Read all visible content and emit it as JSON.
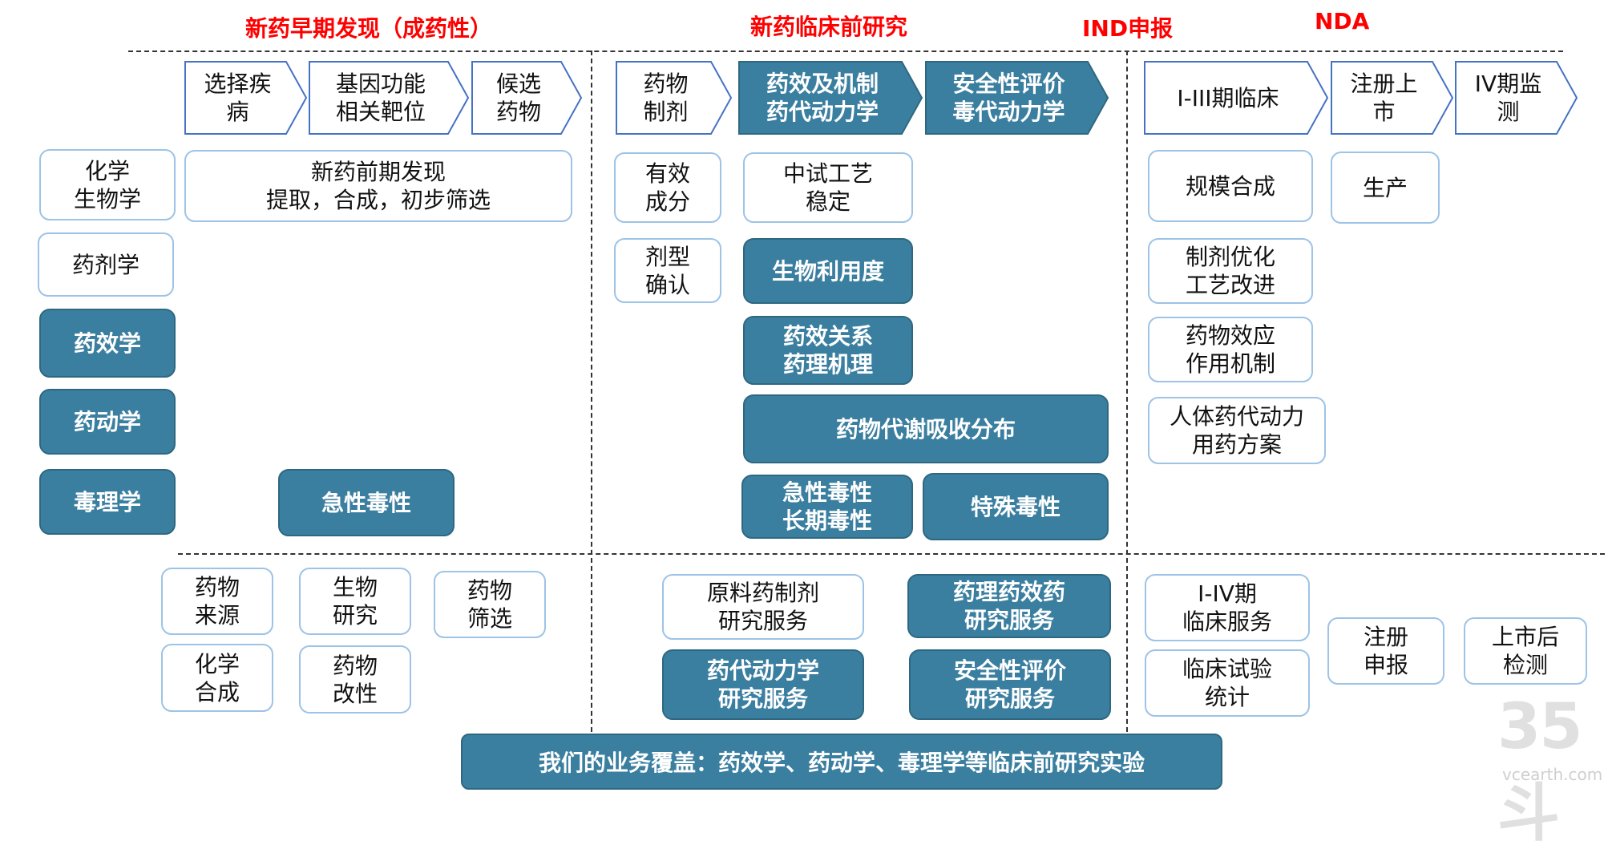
{
  "headers": {
    "discovery": "新药早期发现（成药性）",
    "preclinical": "新药临床前研究",
    "ind": "IND申报",
    "nda": "NDA"
  },
  "stages": {
    "select_disease": "选择疾\n病",
    "gene_target": "基因功能\n相关靶位",
    "candidate": "候选\n药物",
    "formulation": "药物\n制剂",
    "efficacy_pk": "药效及机制\n药代动力学",
    "safety_tox": "安全性评价\n毒代动力学",
    "clinical_1_3": "I-III期临床",
    "registration": "注册上\n市",
    "phase4": "IV期监\n测"
  },
  "disciplines": {
    "chem_bio": "化学\n生物学",
    "pharmaceutics": "药剂学",
    "pharmacodynamics": "药效学",
    "pharmacokinetics": "药动学",
    "toxicology": "毒理学"
  },
  "discovery": {
    "early": "新药前期发现\n提取，合成，初步筛选",
    "acute_tox": "急性毒性"
  },
  "preclinical": {
    "active": "有效\n成分",
    "dosage_form": "剂型\n确认",
    "pilot": "中试工艺\n稳定",
    "bioavail": "生物利用度",
    "efficacy_rel": "药效关系\n药理机理",
    "adme": "药物代谢吸收分布",
    "acute_long": "急性毒性\n长期毒性",
    "special_tox": "特殊毒性"
  },
  "clinical": {
    "scale": "规模合成",
    "production": "生产",
    "optimize": "制剂优化\n工艺改进",
    "effect": "药物效应\n作用机制",
    "human_pk": "人体药代动力\n用药方案"
  },
  "services": {
    "source": "药物\n来源",
    "bio_research": "生物\n研究",
    "screening": "药物\n筛选",
    "chem_synth": "化学\n合成",
    "modification": "药物\n改性",
    "raw_form": "原料药制剂\n研究服务",
    "pharm_eff": "药理药效药\n研究服务",
    "pk_service": "药代动力学\n研究服务",
    "safety_service": "安全性评价\n研究服务",
    "clinical_service": "I-IV期\n临床服务",
    "trial_stats": "临床试验\n统计",
    "register_apply": "注册\n申报",
    "post_market": "上市后\n检测"
  },
  "banner": "我们的业务覆盖：药效学、药动学、毒理学等临床前研究实验",
  "watermark": {
    "logo": "35斗",
    "url": "vcearth.com"
  },
  "colors": {
    "header_red": "#ff0000",
    "dark_fill": "#3b7fa0",
    "light_border": "#9dc3e6"
  }
}
